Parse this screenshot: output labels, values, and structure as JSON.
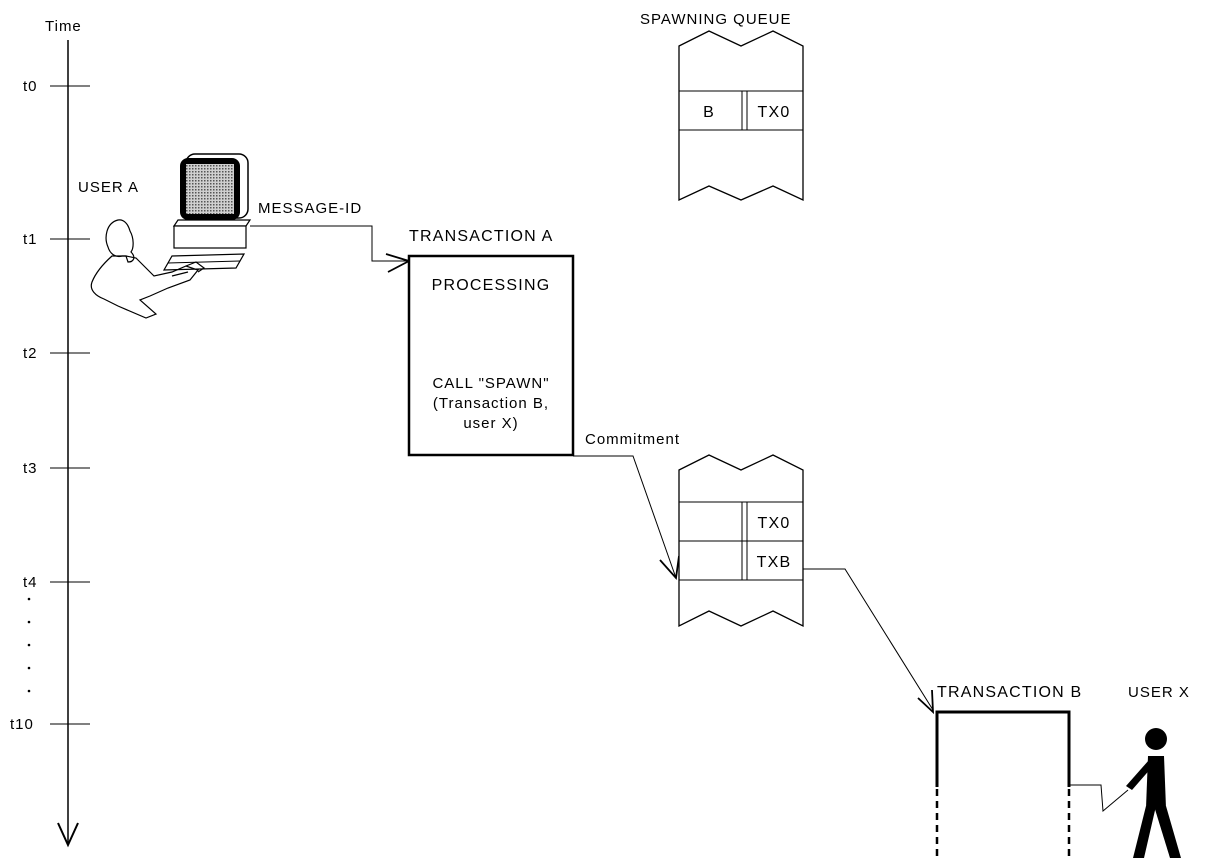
{
  "timeline": {
    "title": "Time",
    "ticks": [
      "t0",
      "t1",
      "t2",
      "t3",
      "t4",
      "t10"
    ]
  },
  "user_a": {
    "label": "USER A"
  },
  "message_label": "MESSAGE-ID",
  "transaction_a": {
    "title": "TRANSACTION A",
    "processing": "PROCESSING",
    "call_lines": [
      "CALL \"SPAWN\"",
      "(Transaction B,",
      "user X)"
    ]
  },
  "commitment_label": "Commitment",
  "queue_top": {
    "title": "SPAWNING QUEUE",
    "rows": [
      {
        "left": "B",
        "right": "TX0"
      }
    ]
  },
  "queue_bottom": {
    "rows": [
      {
        "left": "",
        "right": "TX0"
      },
      {
        "left": "",
        "right": "TXB"
      }
    ]
  },
  "transaction_b": {
    "title": "TRANSACTION B"
  },
  "user_x": {
    "label": "USER X"
  }
}
